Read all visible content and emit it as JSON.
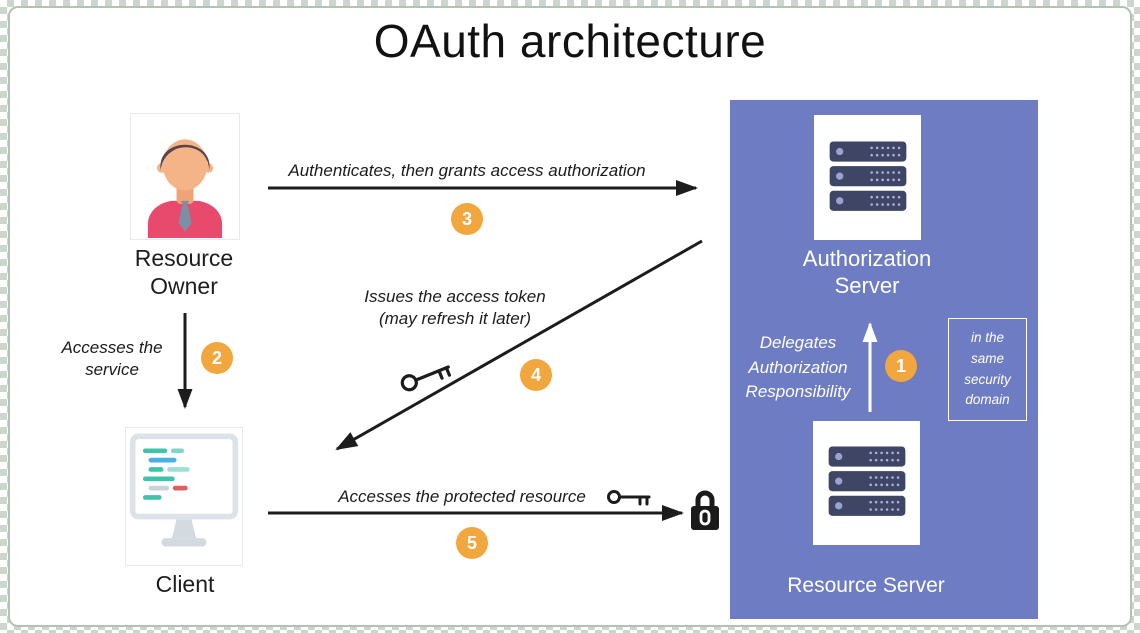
{
  "title": "OAuth architecture",
  "colors": {
    "domain_panel": "#6d7cc3",
    "badge": "#f2a63e",
    "server_body": "#3e4565",
    "arrow_dark": "#1c1c1c",
    "arrow_light": "#ffffff",
    "avatar_shirt": "#e84a6e",
    "monitor_accent": "#3fc3a9"
  },
  "nodes": {
    "resource_owner": {
      "label": "Resource\nOwner"
    },
    "client": {
      "label": "Client"
    },
    "authorization_server": {
      "label": "Authorization\nServer"
    },
    "resource_server": {
      "label": "Resource Server"
    },
    "security_note": {
      "label": "in the\nsame\nsecurity\ndomain"
    }
  },
  "steps": {
    "step1": {
      "number": "1",
      "label": "Delegates\nAuthorization\nResponsibility"
    },
    "step2": {
      "number": "2",
      "label": "Accesses the\nservice"
    },
    "step3": {
      "number": "3",
      "label": "Authenticates, then grants access authorization"
    },
    "step4": {
      "number": "4",
      "label": "Issues the access token\n(may refresh it later)"
    },
    "step5": {
      "number": "5",
      "label": "Accesses the protected resource"
    }
  }
}
